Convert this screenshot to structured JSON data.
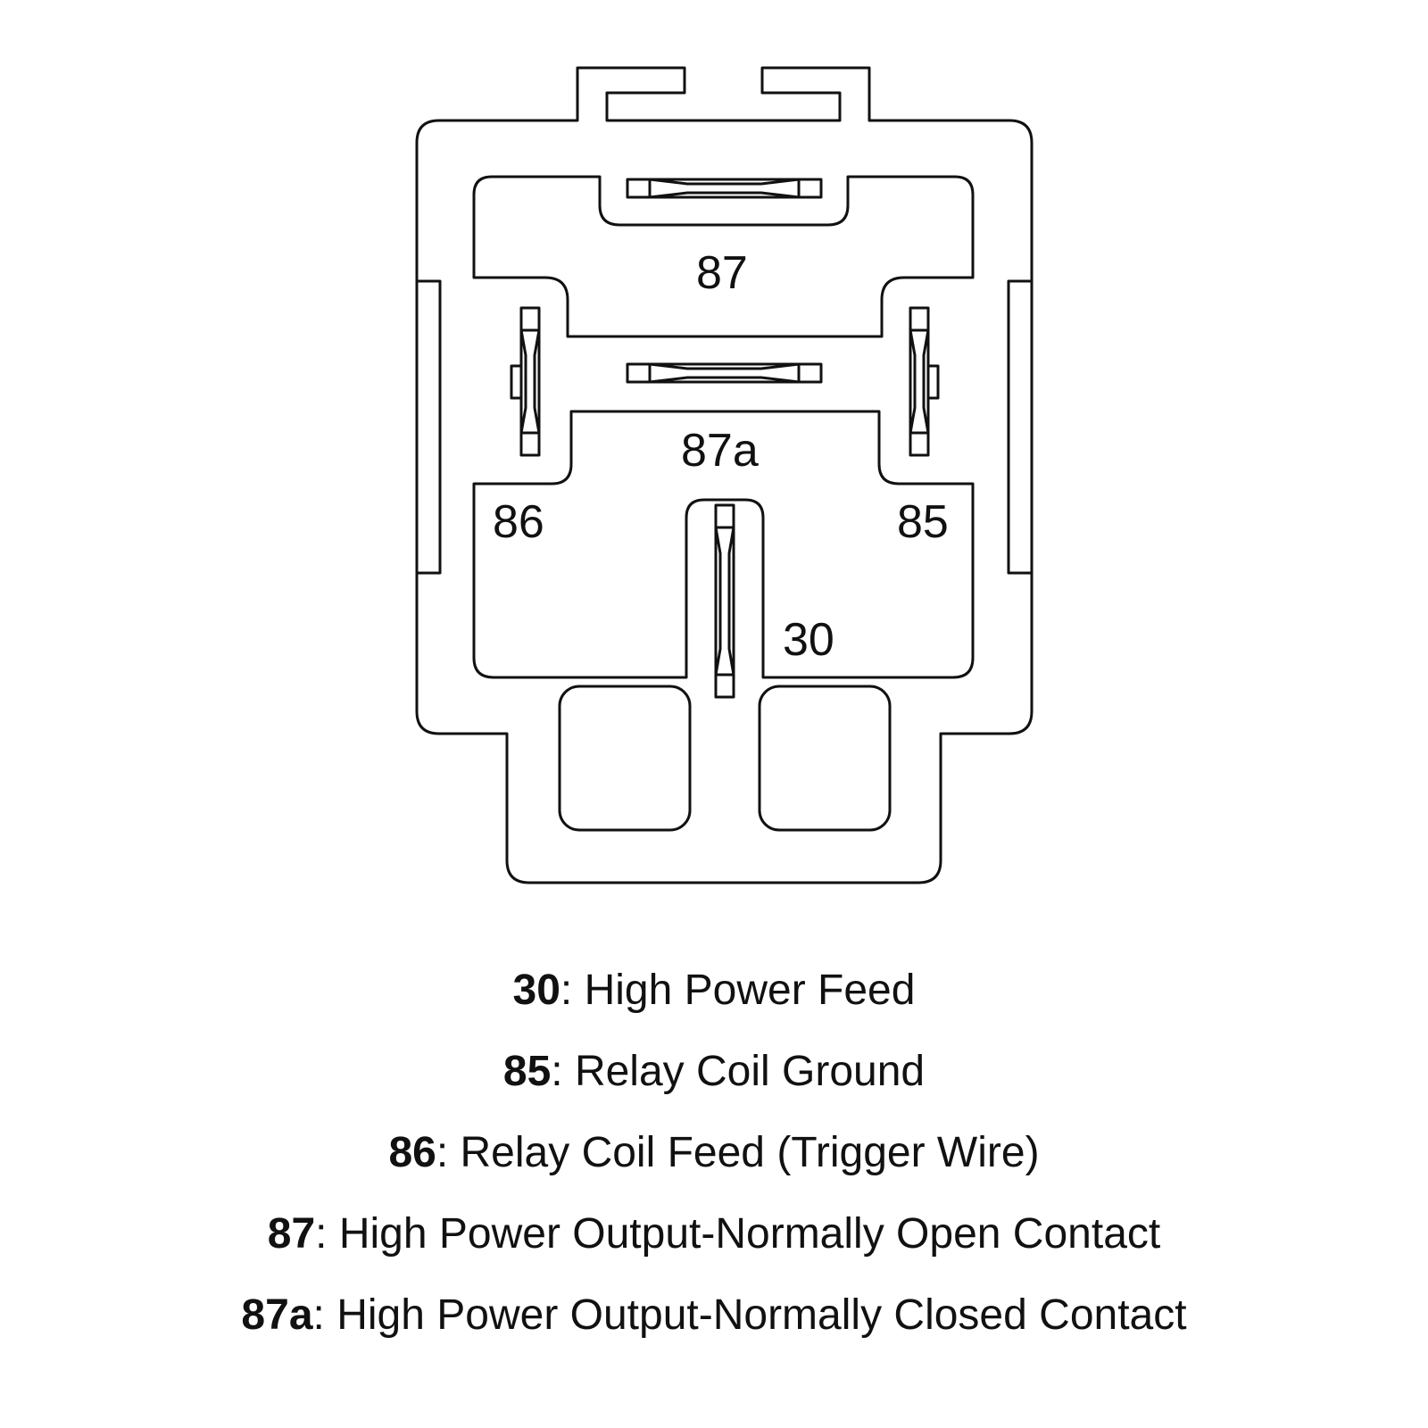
{
  "diagram": {
    "pin_labels": {
      "p87": "87",
      "p87a": "87a",
      "p86": "86",
      "p85": "85",
      "p30": "30"
    }
  },
  "legend": [
    {
      "pin": "30",
      "separator": ": ",
      "description": "High Power Feed"
    },
    {
      "pin": "85",
      "separator": ": ",
      "description": "Relay Coil Ground"
    },
    {
      "pin": "86",
      "separator": ": ",
      "description": "Relay Coil Feed (Trigger Wire)"
    },
    {
      "pin": "87",
      "separator": ": ",
      "description": "High Power Output-Normally Open Contact"
    },
    {
      "pin": "87a",
      "separator": ": ",
      "description": "High Power Output-Normally Closed Contact"
    }
  ]
}
